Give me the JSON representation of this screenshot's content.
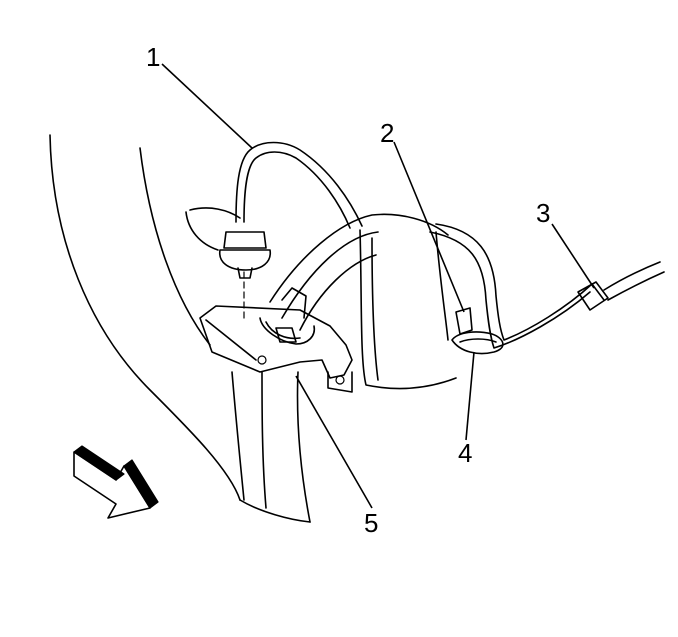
{
  "callouts": [
    {
      "id": "1",
      "label": "1",
      "part": "sensor"
    },
    {
      "id": "2",
      "label": "2",
      "part": "clip"
    },
    {
      "id": "3",
      "label": "3",
      "part": "connector"
    },
    {
      "id": "4",
      "label": "4",
      "part": "retainer"
    },
    {
      "id": "5",
      "label": "5",
      "part": "bracket"
    }
  ],
  "direction_arrow": {
    "icon": "forward-arrow-icon"
  }
}
